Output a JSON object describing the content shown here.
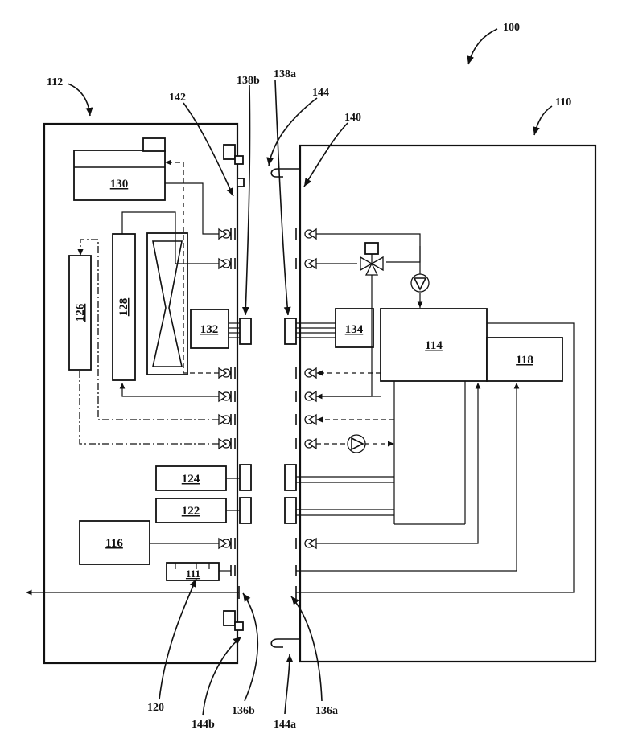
{
  "figure": {
    "refs": {
      "system": "100",
      "unit_right": "110",
      "unit_left": "112",
      "interface_left": "142",
      "connector_b_top": "138b",
      "connector_a_top": "138a",
      "latch": "144",
      "interface_right": "140",
      "leader_120": "120",
      "leader_144b": "144b",
      "leader_136b": "136b",
      "leader_144a": "144a",
      "leader_136a": "136a"
    },
    "blocks": {
      "b130": "130",
      "b128": "128",
      "b126": "126",
      "b132": "132",
      "b134": "134",
      "b114": "114",
      "b118": "118",
      "b124": "124",
      "b122": "122",
      "b116": "116",
      "b111": "111"
    }
  }
}
